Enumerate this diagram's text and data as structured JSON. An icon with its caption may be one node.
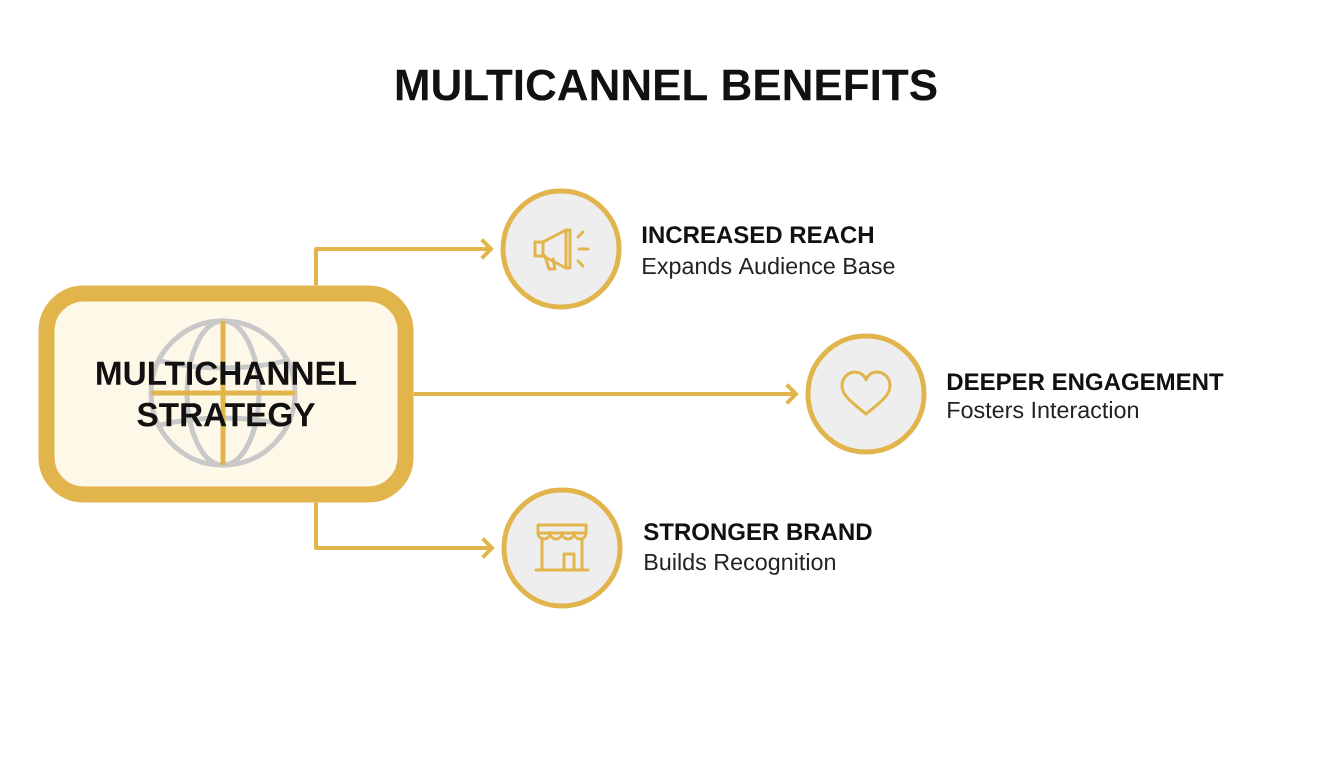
{
  "diagram": {
    "title": "MULTICANNEL BENEFITS",
    "nodes": [
      {
        "text": [
          "MULTICHANNEL STRATEGY"
        ]
      },
      {
        "text": [],
        "shape": "circle",
        "beside": [
          "INCREASED REACH",
          "Expands Audience Base"
        ]
      },
      {
        "text": [],
        "shape": "circle",
        "beside": [
          "DEEPER ENGAGEMENT",
          "Fosters Interaction"
        ]
      },
      {
        "text": [],
        "shape": "circle",
        "beside": [
          "STRONGER BRAND",
          "Builds Recognition"
        ]
      }
    ],
    "edges": [
      {
        "from": 0,
        "to": 1,
        "arrow": "to"
      },
      {
        "from": 0,
        "to": 2,
        "arrow": "to"
      },
      {
        "from": 0,
        "to": 3,
        "arrow": "to"
      }
    ]
  }
}
